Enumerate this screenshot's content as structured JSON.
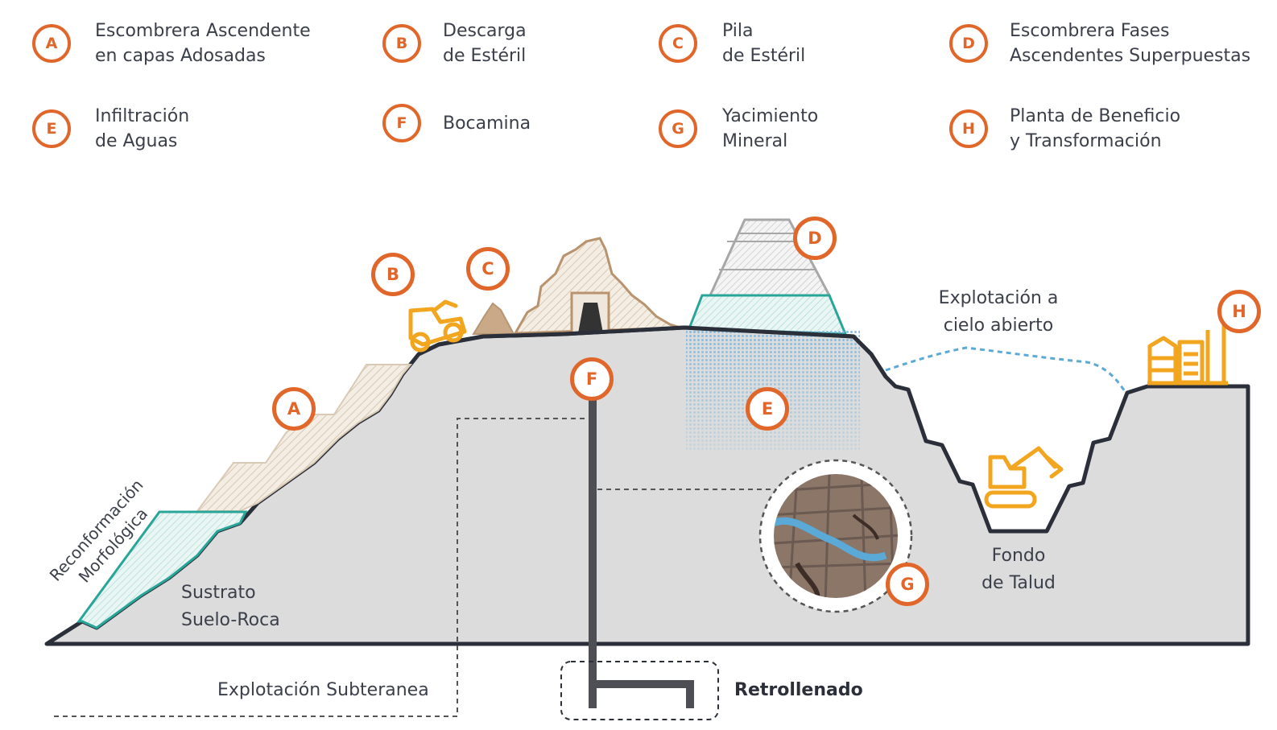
{
  "legend": [
    {
      "letter": "A",
      "line1": "Escombrera Ascendente",
      "line2": "en capas Adosadas"
    },
    {
      "letter": "B",
      "line1": "Descarga",
      "line2": "de Estéril"
    },
    {
      "letter": "C",
      "line1": "Pila",
      "line2": "de Estéril"
    },
    {
      "letter": "D",
      "line1": "Escombrera Fases",
      "line2": "Ascendentes Superpuestas"
    },
    {
      "letter": "E",
      "line1": "Infiltración",
      "line2": "de Aguas"
    },
    {
      "letter": "F",
      "line1": "Bocamina",
      "line2": ""
    },
    {
      "letter": "G",
      "line1": "Yacimiento",
      "line2": "Mineral"
    },
    {
      "letter": "H",
      "line1": "Planta de Beneficio",
      "line2": "y Transformación"
    }
  ],
  "labels": {
    "reconformacion_1": "Reconformación",
    "reconformacion_2": "Morfológica",
    "sustrato_1": "Sustrato",
    "sustrato_2": "Suelo-Roca",
    "cielo_1": "Explotación a",
    "cielo_2": "cielo abierto",
    "fondo_1": "Fondo",
    "fondo_2": "de Talud",
    "subterranea": "Explotación Subteranea",
    "retrollenado": "Retrollenado"
  },
  "markers": {
    "A": "A",
    "B": "B",
    "C": "C",
    "D": "D",
    "E": "E",
    "F": "F",
    "G": "G",
    "H": "H"
  },
  "colors": {
    "accent": "#e0662a",
    "ground": "#dcdcdc",
    "outline": "#2b2f3a",
    "teal": "#2aa59a",
    "water": "#5aa9d6",
    "equipment": "#f2a51e",
    "text": "#3a3f4a"
  },
  "icons": [
    "loader-truck-icon",
    "excavator-icon",
    "processing-plant-icon",
    "ore-sample-photo"
  ]
}
